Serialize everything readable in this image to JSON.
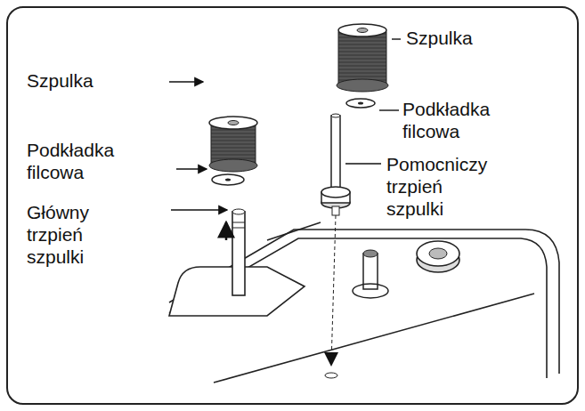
{
  "diagram": {
    "labels": [
      "Szpulka",
      "Podkładka filcowa",
      "Główny trzpień szpulki",
      "Szpulka",
      "Podkładka filcowa",
      "Pomocniczy trzpień szpulki"
    ]
  }
}
